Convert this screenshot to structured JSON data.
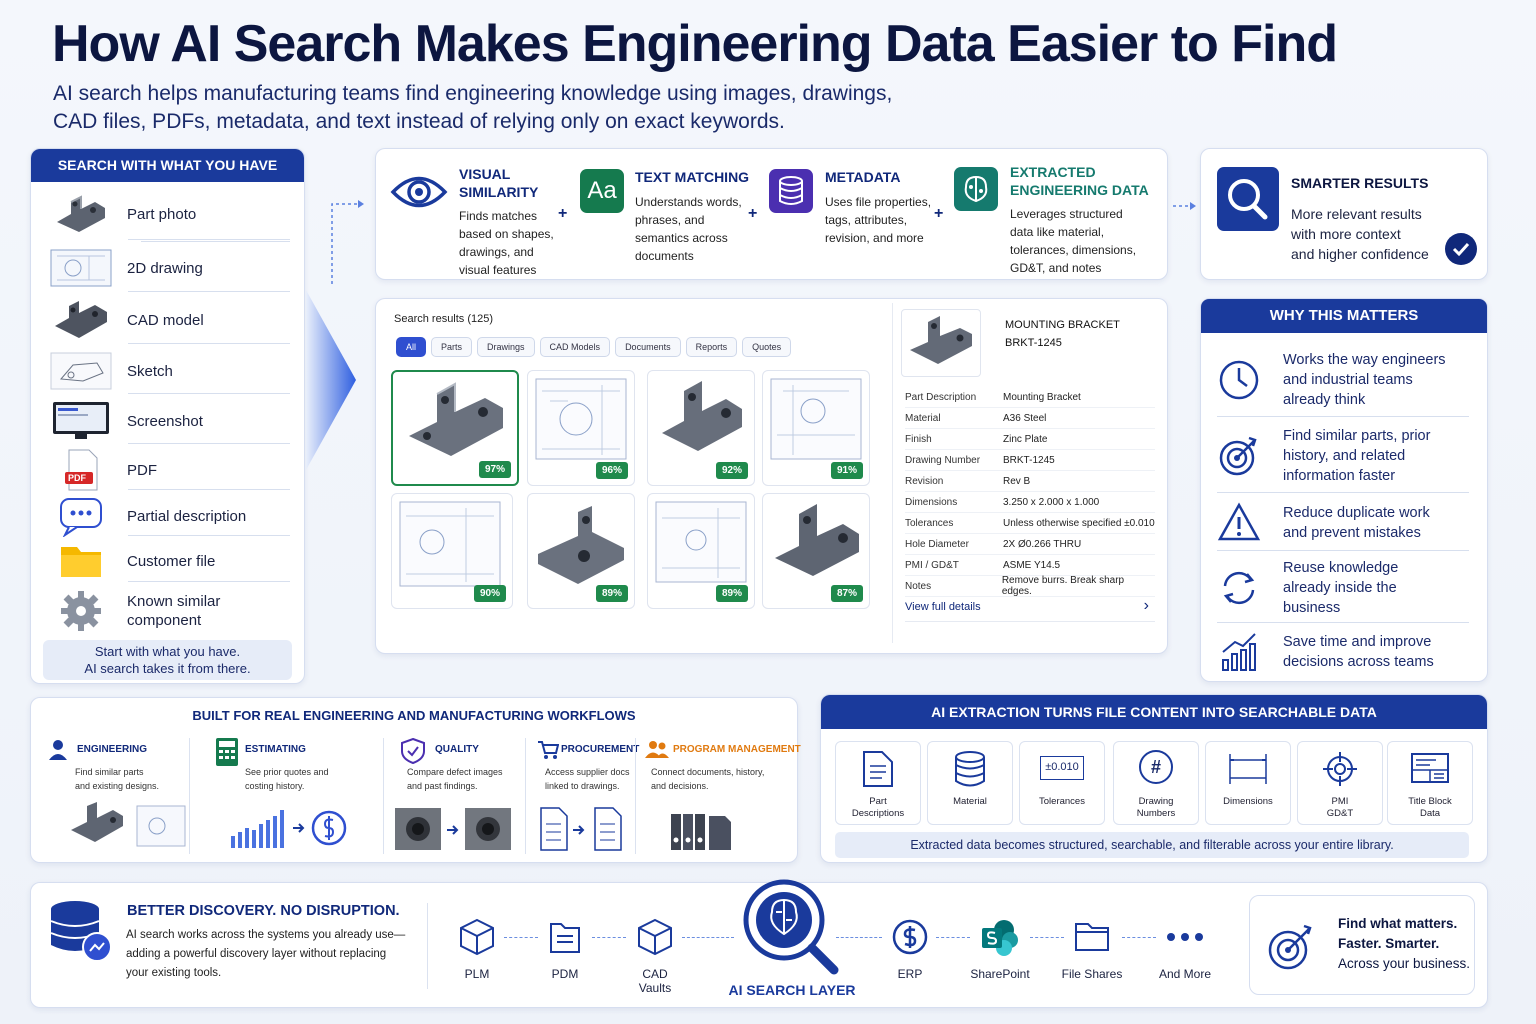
{
  "title": "How AI Search Makes Engineering Data Easier to Find",
  "subtitle_line1": "AI search helps manufacturing teams find engineering knowledge using images, drawings,",
  "subtitle_line2": "CAD files, PDFs, metadata, and text instead of relying only on exact keywords.",
  "inputs": {
    "header": "SEARCH WITH WHAT YOU HAVE",
    "items": [
      {
        "label": "Part photo",
        "icon": "part-photo-icon"
      },
      {
        "label": "2D drawing",
        "icon": "drawing-icon"
      },
      {
        "label": "CAD model",
        "icon": "cad-model-icon"
      },
      {
        "label": "Sketch",
        "icon": "sketch-icon"
      },
      {
        "label": "Screenshot",
        "icon": "screenshot-icon"
      },
      {
        "label": "PDF",
        "icon": "pdf-icon"
      },
      {
        "label": "Partial description",
        "icon": "chat-icon"
      },
      {
        "label": "Customer file",
        "icon": "folder-icon"
      },
      {
        "label": "Known similar component",
        "icon": "gear-icon"
      }
    ],
    "footer_line1": "Start with what you have.",
    "footer_line2": "AI search takes it from there.",
    "pdf_badge": "PDF"
  },
  "methods": [
    {
      "title1": "VISUAL",
      "title2": "SIMILARITY",
      "desc": [
        "Finds matches",
        "based on shapes,",
        "drawings, and",
        "visual features"
      ]
    },
    {
      "title1": "TEXT MATCHING",
      "title2": "",
      "desc": [
        "Understands words,",
        "phrases, and",
        "semantics across",
        "documents"
      ],
      "icon_text": "Aa"
    },
    {
      "title1": "METADATA",
      "title2": "",
      "desc": [
        "Uses file properties,",
        "tags, attributes,",
        "revision, and more"
      ]
    },
    {
      "title1": "EXTRACTED",
      "title2": "ENGINEERING DATA",
      "desc": [
        "Leverages structured",
        "data like material,",
        "tolerances, dimensions,",
        "GD&T, and notes"
      ]
    }
  ],
  "plus": "+",
  "smarter": {
    "title": "SMARTER RESULTS",
    "desc": [
      "More relevant results",
      "with more context",
      "and higher confidence"
    ]
  },
  "results": {
    "heading": "Search results (125)",
    "filters": [
      "All",
      "Parts",
      "Drawings",
      "CAD Models",
      "Documents",
      "Reports",
      "Quotes"
    ],
    "scores": [
      "97%",
      "96%",
      "92%",
      "91%",
      "90%",
      "89%",
      "89%",
      "87%"
    ]
  },
  "detail": {
    "name": "MOUNTING BRACKET",
    "code": "BRKT-1245",
    "rows": [
      {
        "k": "Part Description",
        "v": "Mounting Bracket"
      },
      {
        "k": "Material",
        "v": "A36 Steel"
      },
      {
        "k": "Finish",
        "v": "Zinc Plate"
      },
      {
        "k": "Drawing Number",
        "v": "BRKT-1245"
      },
      {
        "k": "Revision",
        "v": "Rev B"
      },
      {
        "k": "Dimensions",
        "v": "3.250 x 2.000 x 1.000"
      },
      {
        "k": "Tolerances",
        "v": "Unless otherwise specified ±0.010"
      },
      {
        "k": "Hole Diameter",
        "v": "2X Ø0.266 THRU"
      },
      {
        "k": "PMI / GD&T",
        "v": "ASME Y14.5"
      },
      {
        "k": "Notes",
        "v": "Remove burrs. Break sharp edges."
      }
    ],
    "link": "View full details",
    "chev": "›"
  },
  "why": {
    "header": "WHY THIS MATTERS",
    "items": [
      {
        "text": [
          "Works the way engineers",
          "and industrial teams",
          "already think"
        ],
        "icon": "clock-icon"
      },
      {
        "text": [
          "Find similar parts, prior",
          "history, and related",
          "information faster"
        ],
        "icon": "target-icon"
      },
      {
        "text": [
          "Reduce duplicate work",
          "and prevent mistakes"
        ],
        "icon": "warning-icon"
      },
      {
        "text": [
          "Reuse knowledge",
          "already inside the",
          "business"
        ],
        "icon": "refresh-icon"
      },
      {
        "text": [
          "Save time and improve",
          "decisions across teams"
        ],
        "icon": "chart-icon"
      }
    ]
  },
  "workflows": {
    "header": "BUILT FOR REAL ENGINEERING AND MANUFACTURING WORKFLOWS",
    "items": [
      {
        "title": "ENGINEERING",
        "desc": [
          "Find similar parts",
          "and existing designs."
        ]
      },
      {
        "title": "ESTIMATING",
        "desc": [
          "See prior quotes and",
          "costing history."
        ]
      },
      {
        "title": "QUALITY",
        "desc": [
          "Compare defect images",
          "and past findings."
        ]
      },
      {
        "title": "PROCUREMENT",
        "desc": [
          "Access supplier docs",
          "linked to drawings."
        ]
      },
      {
        "title": "PROGRAM MANAGEMENT",
        "desc": [
          "Connect documents, history,",
          "and decisions."
        ]
      }
    ]
  },
  "extraction": {
    "header": "AI EXTRACTION TURNS FILE CONTENT INTO SEARCHABLE DATA",
    "items": [
      {
        "l1": "Part",
        "l2": "Descriptions"
      },
      {
        "l1": "Material",
        "l2": ""
      },
      {
        "l1": "Tolerances",
        "l2": "",
        "icon_text": "±0.010"
      },
      {
        "l1": "Drawing",
        "l2": "Numbers",
        "icon_text": "#"
      },
      {
        "l1": "Dimensions",
        "l2": ""
      },
      {
        "l1": "PMI",
        "l2": "GD&T"
      },
      {
        "l1": "Title Block",
        "l2": "Data"
      }
    ],
    "footer": "Extracted data becomes structured, searchable, and filterable across your entire library."
  },
  "bottom": {
    "title": "BETTER DISCOVERY. NO DISRUPTION.",
    "desc": [
      "AI search works across the systems you already use—",
      "adding a powerful discovery layer without replacing",
      "your existing tools."
    ],
    "systems_left": [
      {
        "l1": "PLM",
        "l2": ""
      },
      {
        "l1": "PDM",
        "l2": ""
      },
      {
        "l1": "CAD",
        "l2": "Vaults"
      }
    ],
    "center": "AI SEARCH LAYER",
    "systems_right": [
      {
        "l1": "ERP",
        "l2": ""
      },
      {
        "l1": "SharePoint",
        "l2": ""
      },
      {
        "l1": "File Shares",
        "l2": ""
      },
      {
        "l1": "And More",
        "l2": ""
      }
    ],
    "cta": [
      "Find what matters.",
      "Faster. Smarter.",
      "Across your business."
    ]
  },
  "colors": {
    "navy": "#1a3a9c",
    "accent": "#2f4fd0",
    "green": "#1f8a4c",
    "teal": "#157a6e",
    "purple": "#4b2fb0",
    "orange": "#e07a10",
    "pdf_red": "#d62828",
    "folder": "#f5b800"
  }
}
